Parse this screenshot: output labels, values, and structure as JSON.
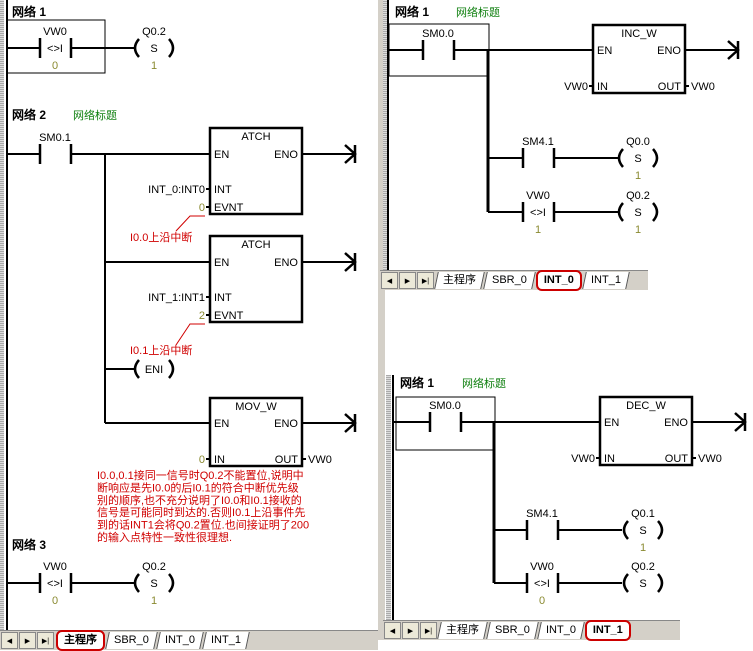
{
  "colors": {
    "value": "#8a8a30",
    "title": "#108010",
    "note": "#d00000",
    "circle": "#c00000"
  },
  "main": {
    "net1": {
      "label": "网络 1",
      "contact": {
        "addr": "VW0",
        "op": "<>I",
        "value": "0"
      },
      "coil": {
        "addr": "Q0.2",
        "type": "S",
        "value": "1"
      }
    },
    "net2": {
      "label": "网络 2",
      "title": "网络标题",
      "contact": {
        "addr": "SM0.1"
      },
      "atch1": {
        "name": "ATCH",
        "en": "EN",
        "eno": "ENO",
        "int": "INT",
        "evnt": "EVNT",
        "int_value": "INT_0:INT0",
        "evnt_value": "0"
      },
      "note1": "I0.0上沿中断",
      "atch2": {
        "name": "ATCH",
        "en": "EN",
        "eno": "ENO",
        "int": "INT",
        "evnt": "EVNT",
        "int_value": "INT_1:INT1",
        "evnt_value": "2"
      },
      "note2": "I0.1上沿中断",
      "eni": "ENI",
      "mov": {
        "name": "MOV_W",
        "en": "EN",
        "eno": "ENO",
        "in": "IN",
        "out": "OUT",
        "in_value": "0",
        "out_value": "VW0"
      },
      "comment": [
        "I0.0,0.1接同一信号时Q0.2不能置位,说明中",
        "断响应是先I0.0的后I0.1的符合中断优先级",
        "别的顺序,也不充分说明了I0.0和I0.1接收的",
        "信号是可能同时到达的.否则I0.1上沿事件先",
        "到的话INT1会将Q0.2置位.也间接证明了200",
        "的输入点特性一致性很理想."
      ]
    },
    "net3": {
      "label": "网络 3",
      "contact": {
        "addr": "VW0",
        "op": "<>I",
        "value": "0"
      },
      "coil": {
        "addr": "Q0.2",
        "type": "S",
        "value": "1"
      }
    },
    "tabs": [
      "主程序",
      "SBR_0",
      "INT_0",
      "INT_1"
    ],
    "active_tab": 0
  },
  "int0": {
    "net1": {
      "label": "网络 1",
      "title": "网络标题",
      "contact": {
        "addr": "SM0.0"
      },
      "box": {
        "name": "INC_W",
        "en": "EN",
        "eno": "ENO",
        "in": "IN",
        "out": "OUT",
        "in_value": "VW0",
        "out_value": "VW0"
      },
      "row1": {
        "contact": {
          "addr": "SM4.1"
        },
        "coil": {
          "addr": "Q0.0",
          "type": "S",
          "value": "1"
        }
      },
      "row2": {
        "contact": {
          "addr": "VW0",
          "op": "<>I",
          "value": "1"
        },
        "coil": {
          "addr": "Q0.2",
          "type": "S",
          "value": "1"
        }
      }
    },
    "tabs": [
      "主程序",
      "SBR_0",
      "INT_0",
      "INT_1"
    ],
    "active_tab": 2
  },
  "int1": {
    "net1": {
      "label": "网络 1",
      "title": "网络标题",
      "contact": {
        "addr": "SM0.0"
      },
      "box": {
        "name": "DEC_W",
        "en": "EN",
        "eno": "ENO",
        "in": "IN",
        "out": "OUT",
        "in_value": "VW0",
        "out_value": "VW0"
      },
      "row1": {
        "contact": {
          "addr": "SM4.1"
        },
        "coil": {
          "addr": "Q0.1",
          "type": "S",
          "value": "1"
        }
      },
      "row2": {
        "contact": {
          "addr": "VW0",
          "op": "<>I",
          "value": "0"
        },
        "coil": {
          "addr": "Q0.2",
          "type": "S"
        }
      }
    },
    "tabs": [
      "主程序",
      "SBR_0",
      "INT_0",
      "INT_1"
    ],
    "active_tab": 3
  }
}
